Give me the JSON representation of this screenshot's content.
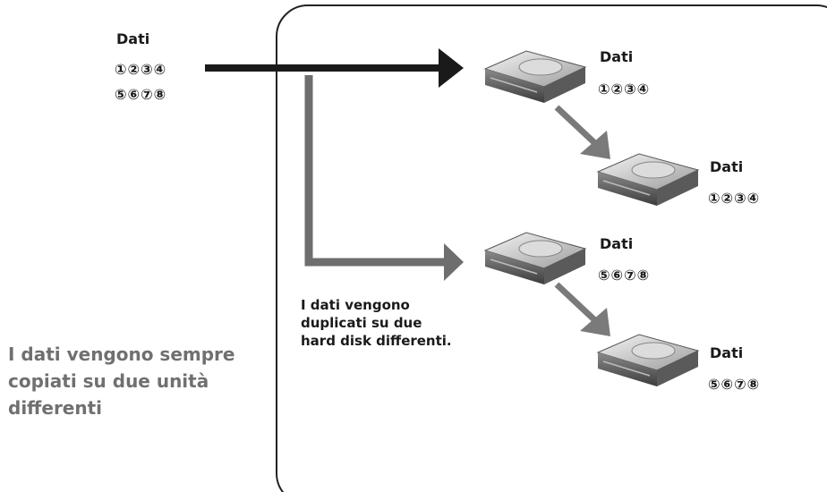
{
  "source": {
    "label": "Dati",
    "row1": "①②③④",
    "row2": "⑤⑥⑦⑧"
  },
  "drives": [
    {
      "label": "Dati",
      "seq": "①②③④"
    },
    {
      "label": "Dati",
      "seq": "①②③④"
    },
    {
      "label": "Dati",
      "seq": "⑤⑥⑦⑧"
    },
    {
      "label": "Dati",
      "seq": "⑤⑥⑦⑧"
    }
  ],
  "caption": "I dati vengono\nduplicati su due\nhard disk differenti.",
  "tagline": "I dati vengono sempre\ncopiati su due unità\ndifferenti",
  "colors": {
    "main_arrow": "#1a1a1a",
    "secondary_arrow": "#6e6e6e",
    "tagline": "#707070",
    "border": "#222222"
  },
  "icons": [
    "hard-disk-icon"
  ]
}
